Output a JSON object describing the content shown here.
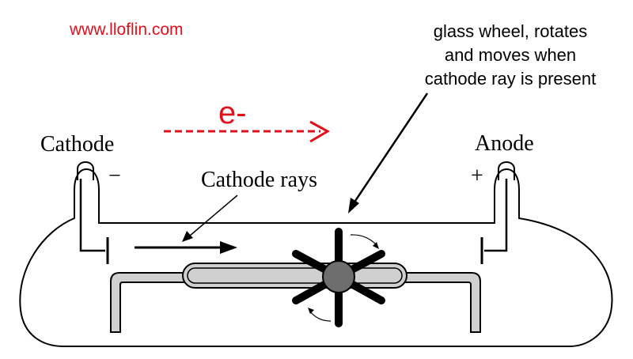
{
  "watermark": {
    "text": "www.lloflin.com",
    "color": "#e0101c"
  },
  "electron": {
    "label": "e-",
    "color": "#e0101c"
  },
  "annotation": {
    "lines": [
      "glass wheel, rotates",
      "and moves when",
      "cathode ray is present"
    ]
  },
  "labels": {
    "cathode": "Cathode",
    "anode": "Anode",
    "cathode_sign": "−",
    "anode_sign": "+",
    "cathode_rays": "Cathode rays"
  },
  "colors": {
    "ink": "#000000",
    "rail_fill": "#d0d0d0",
    "wheel_hub": "#6e6e6e"
  }
}
